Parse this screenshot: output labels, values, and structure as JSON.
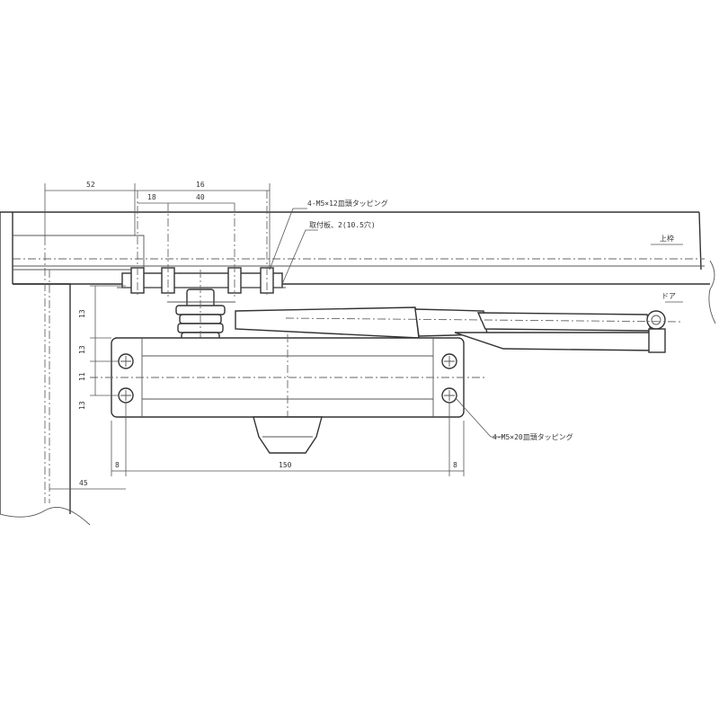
{
  "dimensions": {
    "d52": "52",
    "d16": "16",
    "d18": "18",
    "d40": "40",
    "d13a": "13",
    "d13b": "13",
    "d11": "11",
    "d13c": "13",
    "d8left": "8",
    "d150": "150",
    "d8right": "8",
    "d45": "45"
  },
  "annotations": {
    "top_screw": "4-M5×12皿頭タッピング",
    "top_bracket": "取付板、2(10.5穴)",
    "bottom_screw": "4-M5×20皿頭タッピング",
    "right_upper": "上枠",
    "right_door": "ドア"
  }
}
